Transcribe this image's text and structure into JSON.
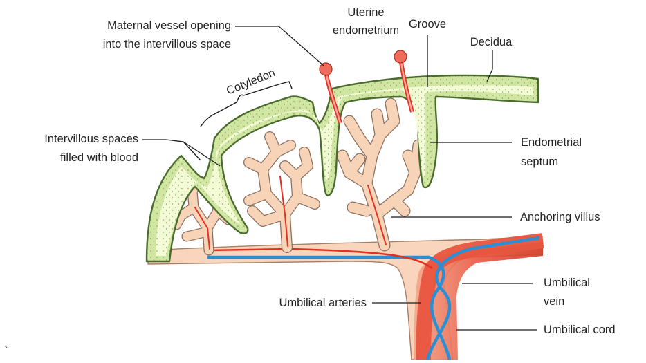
{
  "labels": {
    "maternal_vessel_line1": "Maternal vessel opening",
    "maternal_vessel_line2": "into the intervillous space",
    "uterine_line1": "Uterine",
    "uterine_line2": "endometrium",
    "groove": "Groove",
    "decidua": "Decidua",
    "cotyledon": "Cotyledon",
    "intervillous_line1": "Intervillous spaces",
    "intervillous_line2": "filled with blood",
    "endometrial_line1": "Endometrial",
    "endometrial_line2": "septum",
    "anchoring_villus": "Anchoring villus",
    "umbilical_arteries": "Umbilical arteries",
    "umbilical_vein_line1": "Umbilical",
    "umbilical_vein_line2": "vein",
    "umbilical_cord": "Umbilical cord",
    "stray_mark": "`"
  },
  "colors": {
    "decidua_fill": "#d2e6a4",
    "decidua_highlight": "#f3fad6",
    "decidua_stroke": "#4a6b2e",
    "villus_fill": "#f7d3b8",
    "villus_stroke": "#8a6f5e",
    "artery": "#e5301f",
    "vein_blue": "#2a8fd4",
    "cord_red": "#e8553f"
  }
}
